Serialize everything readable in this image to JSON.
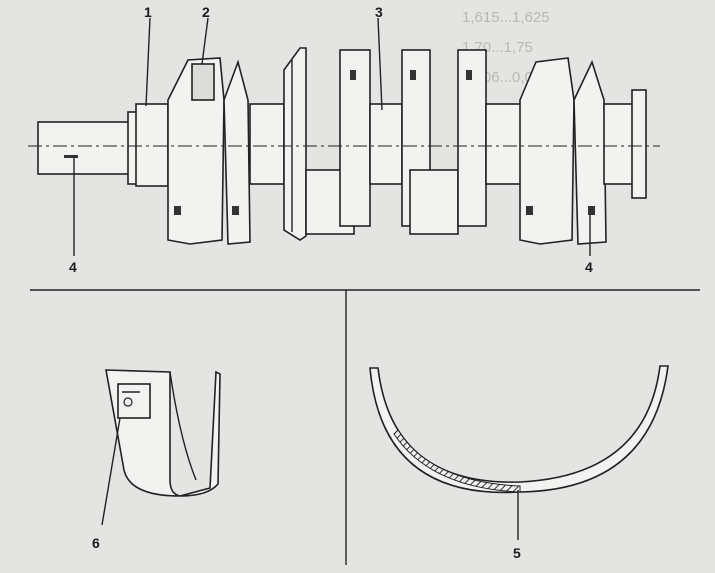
{
  "background_text": {
    "line1": "1,615...1,625",
    "line2": "1,70...1,75",
    "line3": "0,006...0,0"
  },
  "callouts": {
    "c1": "1",
    "c2": "2",
    "c3": "3",
    "c4_left": "4",
    "c4_right": "4",
    "c5": "5",
    "c6": "6"
  },
  "colors": {
    "ink": "#222222",
    "paper": "#e4e4e2",
    "hatch": "#333333"
  }
}
